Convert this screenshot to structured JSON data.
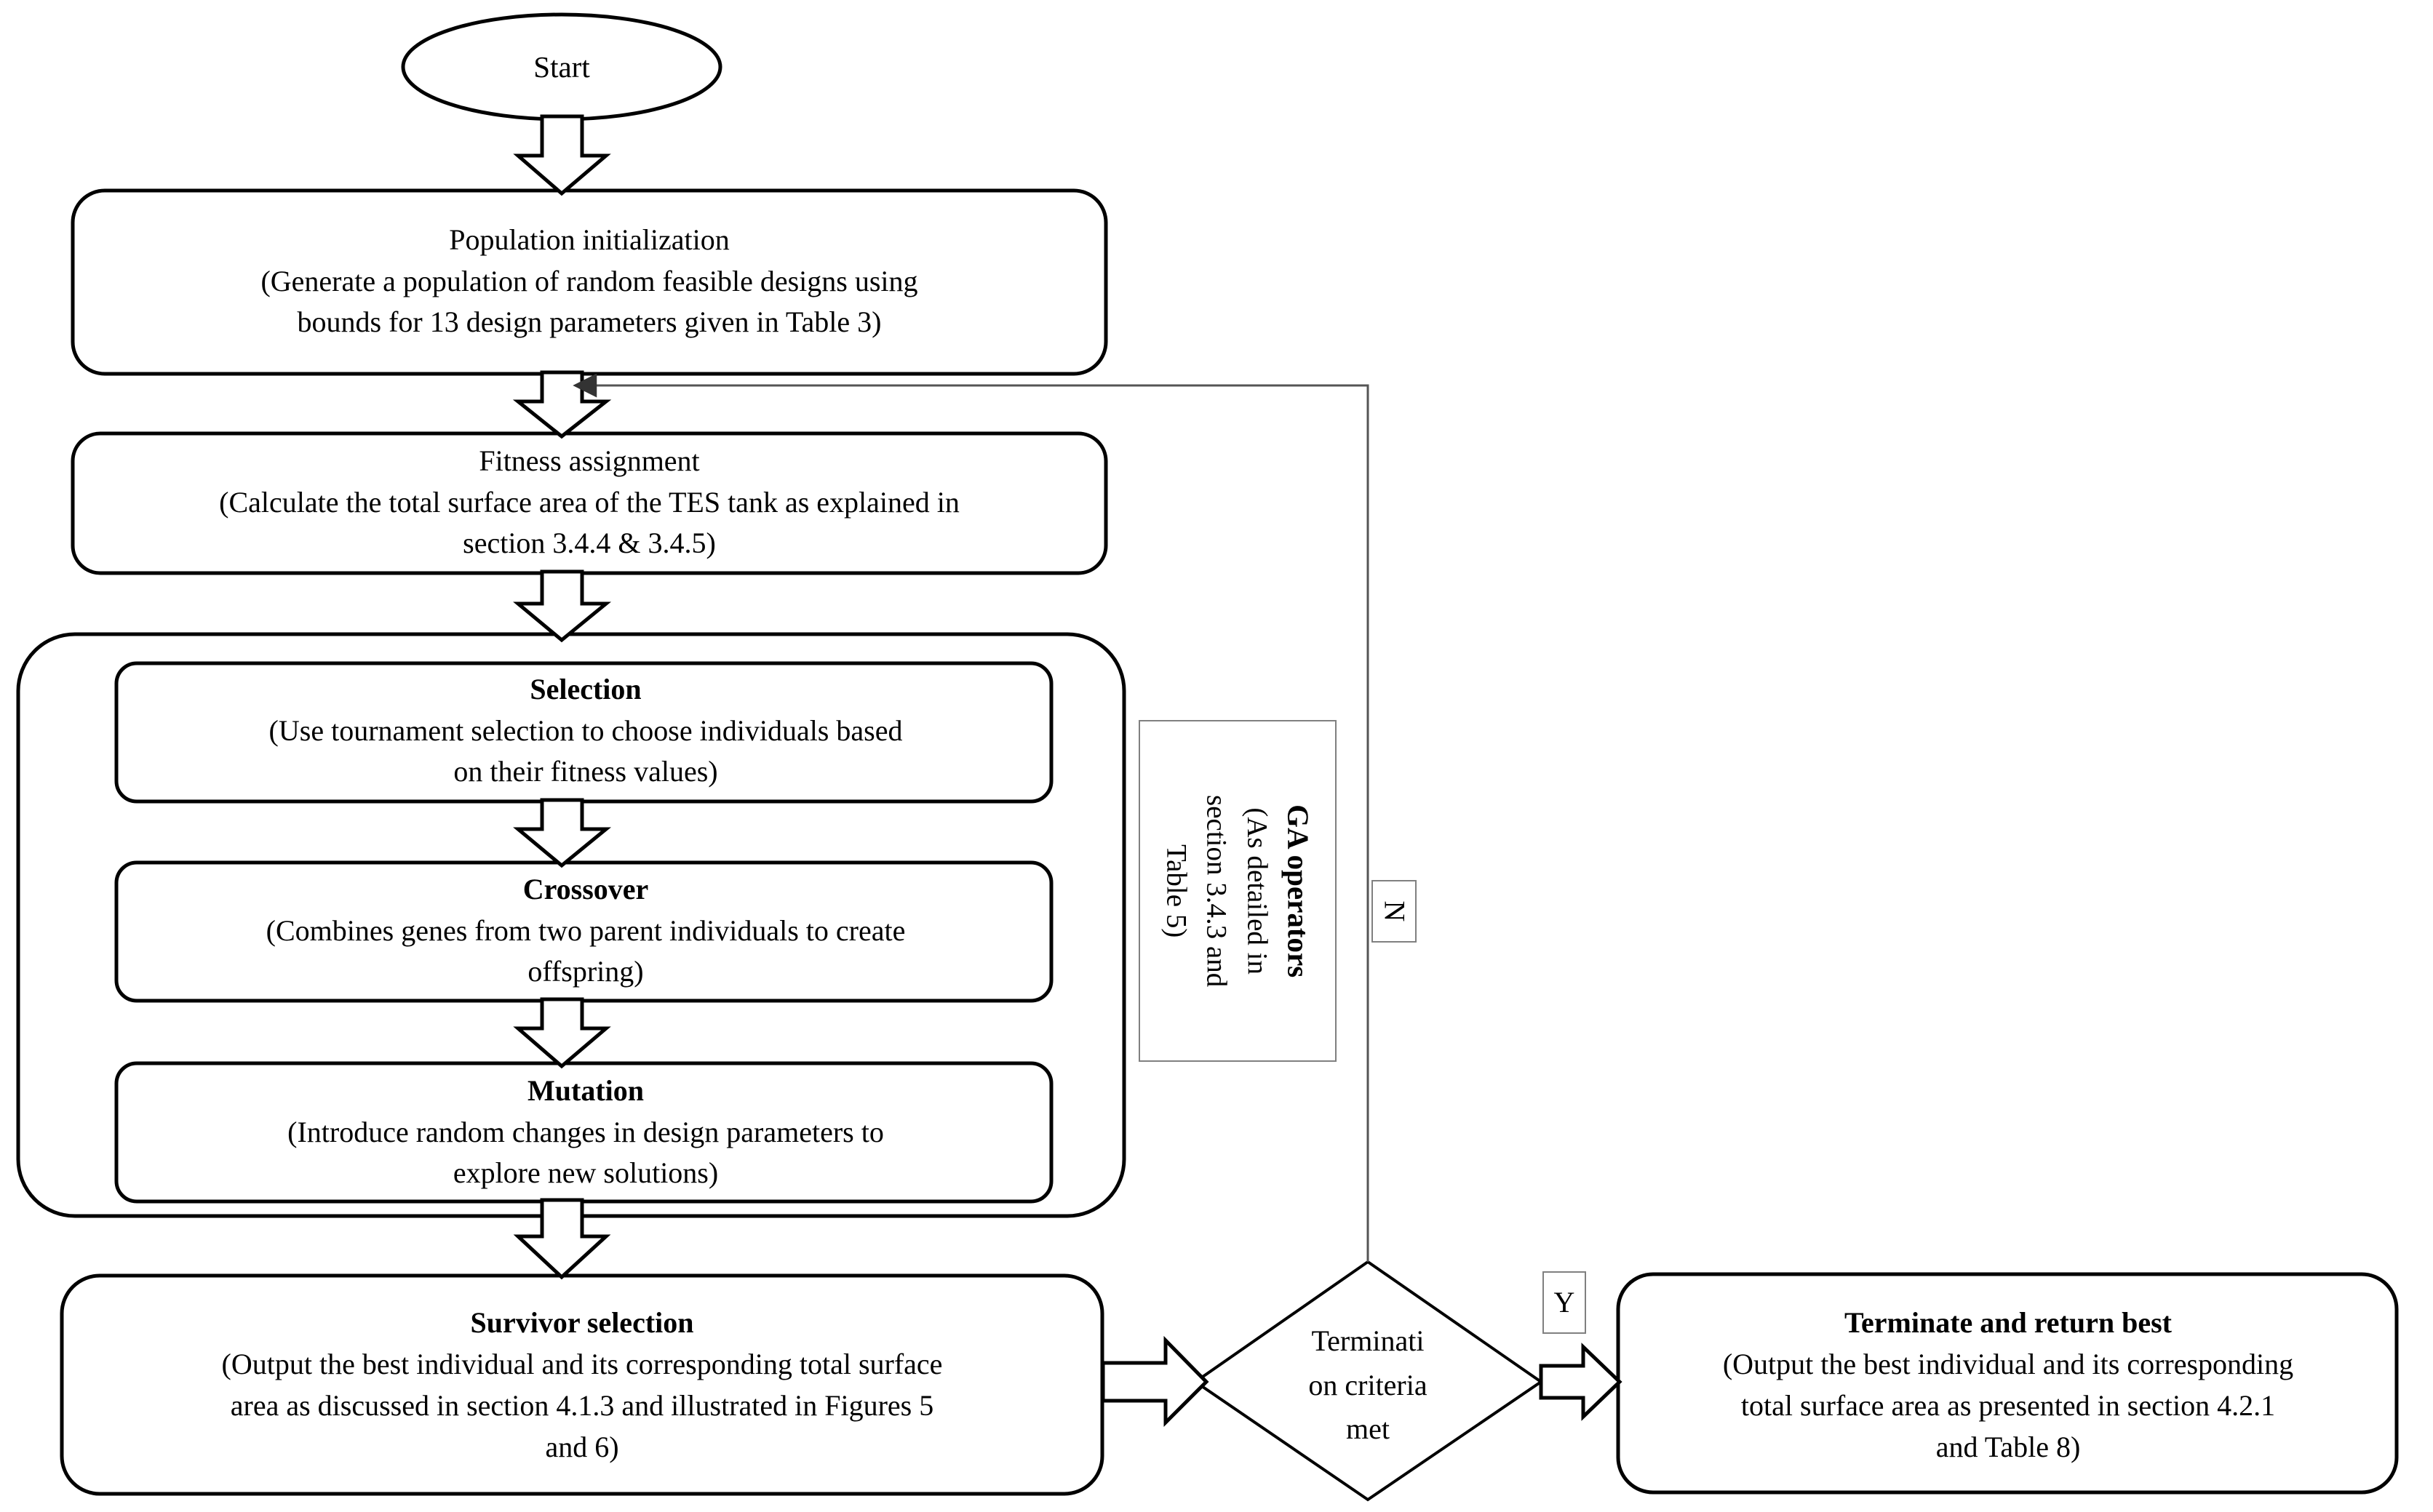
{
  "figure": {
    "kind": "flowchart",
    "orientation": "top-to-bottom"
  },
  "nodes": {
    "start": {
      "shape": "ellipse",
      "label": "Start"
    },
    "population_initialization": {
      "shape": "rounded-rect",
      "title": "Population initialization",
      "body_lines": [
        "(Generate a population of random feasible designs using",
        "bounds for 13 design parameters given in Table   3)"
      ]
    },
    "fitness_assignment": {
      "shape": "rounded-rect",
      "title": "Fitness assignment",
      "body_lines": [
        "(Calculate the total surface area of the TES tank as explained in",
        "section 3.4.4 & 3.4.5)"
      ]
    },
    "selection": {
      "shape": "rounded-rect",
      "title": "Selection",
      "body_lines": [
        "(Use tournament selection to choose individuals based",
        "on their fitness values)"
      ]
    },
    "crossover": {
      "shape": "rounded-rect",
      "title": "Crossover",
      "body_lines": [
        "(Combines genes from two parent individuals to create",
        "offspring)"
      ]
    },
    "mutation": {
      "shape": "rounded-rect",
      "title": "Mutation",
      "body_lines": [
        "(Introduce random changes in design parameters to",
        "explore new solutions)"
      ]
    },
    "survivor_selection": {
      "shape": "rounded-rect",
      "title": "Survivor selection",
      "body_lines": [
        "(Output the best individual and its corresponding total surface",
        "area as discussed in section 4.1.3 and illustrated in Figures 5",
        "and 6)"
      ]
    },
    "termination_decision": {
      "shape": "diamond",
      "body_lines": [
        "Terminati",
        "on criteria",
        "met"
      ]
    },
    "terminate_return_best": {
      "shape": "rounded-rect",
      "title": "Terminate and return best",
      "body_lines": [
        "(Output the best individual and its corresponding",
        "total surface area as presented in section 4.2.1",
        "and Table  8)"
      ]
    }
  },
  "group_label": {
    "title": "GA operators",
    "body_lines": [
      "(As detailed in",
      "section 3.4.3 and",
      "Table 5)"
    ],
    "rotation_deg": 90
  },
  "edge_labels": {
    "no": "N",
    "yes": "Y"
  },
  "edges": [
    {
      "from": "start",
      "to": "population_initialization",
      "style": "block-arrow-down"
    },
    {
      "from": "population_initialization",
      "to": "fitness_assignment",
      "style": "block-arrow-down"
    },
    {
      "from": "fitness_assignment",
      "to": "selection",
      "style": "block-arrow-down"
    },
    {
      "from": "selection",
      "to": "crossover",
      "style": "block-arrow-down"
    },
    {
      "from": "crossover",
      "to": "mutation",
      "style": "block-arrow-down"
    },
    {
      "from": "mutation",
      "to": "survivor_selection",
      "style": "block-arrow-down"
    },
    {
      "from": "survivor_selection",
      "to": "termination_decision",
      "style": "block-arrow-right"
    },
    {
      "from": "termination_decision",
      "to": "terminate_return_best",
      "style": "block-arrow-right",
      "label": "Y"
    },
    {
      "from": "termination_decision",
      "to": "fitness_assignment",
      "style": "feedback-line-up-left",
      "label": "N"
    }
  ],
  "colors": {
    "stroke": "#000000",
    "label_box_stroke": "#808080",
    "fill": "#ffffff",
    "text": "#000000"
  }
}
